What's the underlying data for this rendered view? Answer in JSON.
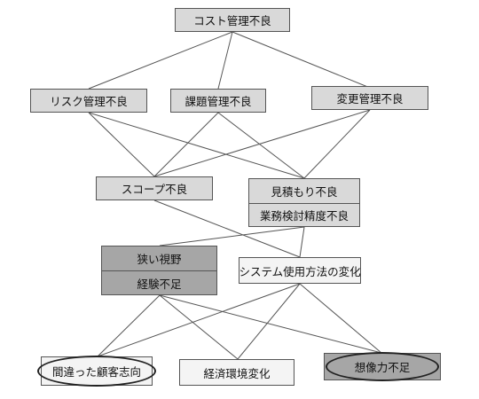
{
  "nodes": {
    "cost": "コスト管理不良",
    "risk": "リスク管理不良",
    "issue": "課題管理不良",
    "change": "変更管理不良",
    "scope": "スコープ不良",
    "estimate": "見積もり不良",
    "business": "業務検討精度不良",
    "narrow": "狭い視野",
    "experience": "経験不足",
    "system_change": "システム使用方法の変化",
    "wrong_customer": "間違った顧客志向",
    "economy": "経済環境変化",
    "imagination": "想像力不足"
  },
  "colors": {
    "light_box": "#d9d9d9",
    "dark_box": "#a6a6a6",
    "white_box": "#f4f4f4",
    "line": "#555555"
  }
}
